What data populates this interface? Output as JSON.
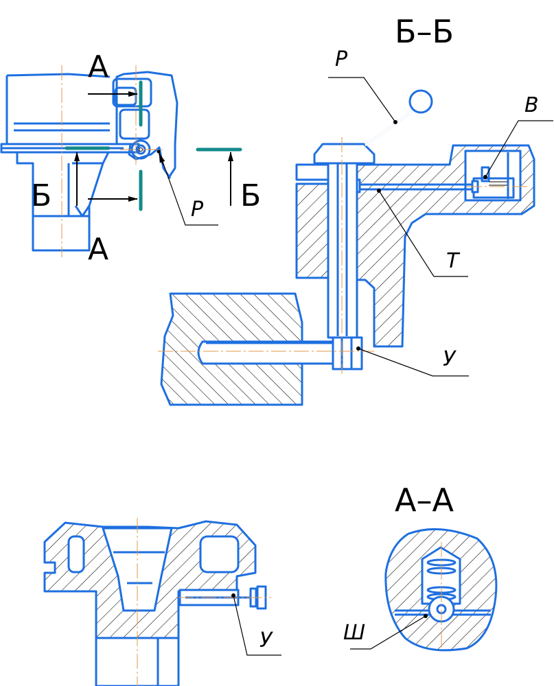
{
  "labels": {
    "section_bb_title": "Б–Б",
    "section_aa_title": "А–А",
    "cut_a_top": "А",
    "cut_a_bottom": "А",
    "cut_b_left": "Б",
    "cut_b_right": "Б",
    "leader_r_main": "Р",
    "leader_r_section": "Р",
    "leader_v": "В",
    "leader_t": "Т",
    "leader_u_section": "У",
    "leader_u_bottom": "У",
    "leader_sh": "Ш"
  },
  "colors": {
    "outline": "#1e6fe0",
    "axis": "#e09a4a",
    "cut_plane": "#138a8a",
    "text": "#000000"
  }
}
